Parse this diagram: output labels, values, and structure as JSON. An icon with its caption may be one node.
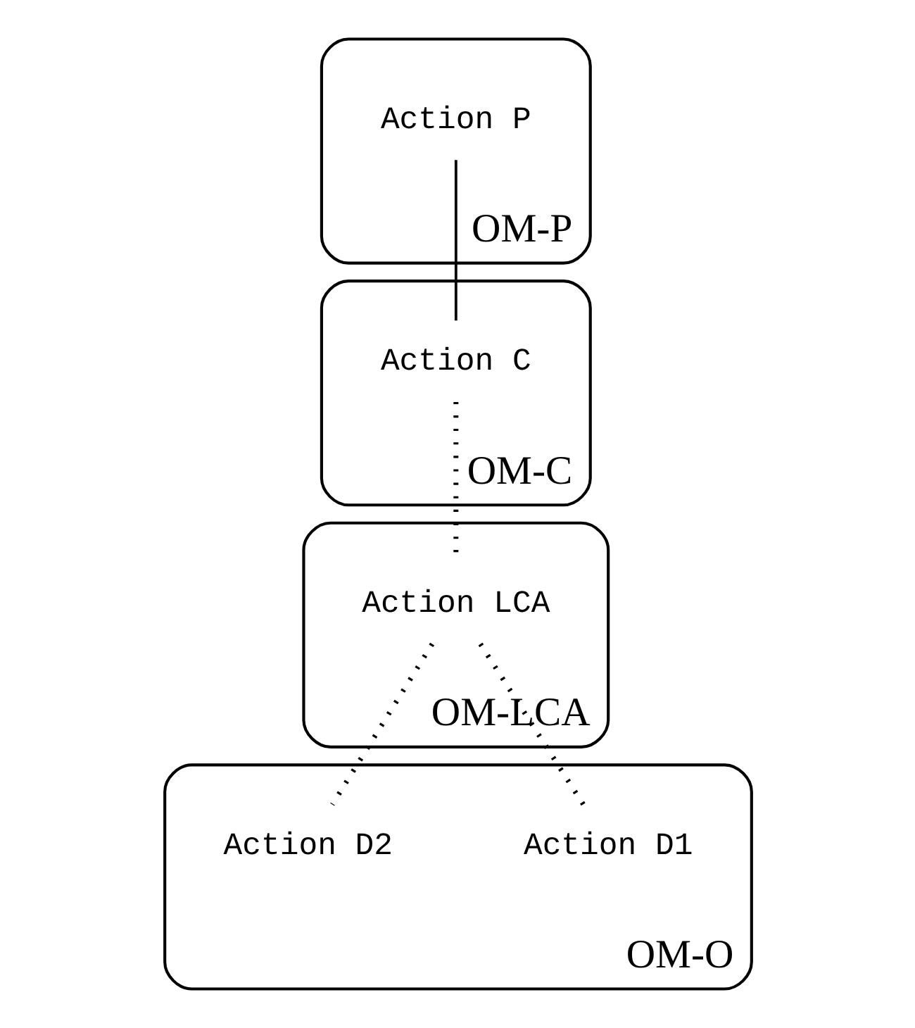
{
  "diagram": {
    "nodes": [
      {
        "text": [
          "OM-P"
        ]
      },
      {
        "text": [
          "Action P"
        ],
        "in": 0
      },
      {
        "text": [
          "OM-C"
        ]
      },
      {
        "text": [
          "Action C"
        ],
        "in": 2
      },
      {
        "text": [
          "OM-LCA"
        ]
      },
      {
        "text": [
          "Action LCA"
        ],
        "in": 4
      },
      {
        "text": [
          "OM-O"
        ]
      },
      {
        "text": [
          "Action D1"
        ],
        "in": 6
      },
      {
        "text": [
          "Action D2"
        ],
        "in": 6
      }
    ],
    "edges": [
      {
        "from": 1,
        "to": 3,
        "arrow": "none"
      },
      {
        "from": 3,
        "to": 5,
        "arrow": "none",
        "style": "dashed"
      },
      {
        "from": 5,
        "to": 7,
        "arrow": "none",
        "style": "dashed"
      },
      {
        "from": 5,
        "to": 8,
        "arrow": "none",
        "style": "dashed"
      }
    ]
  }
}
